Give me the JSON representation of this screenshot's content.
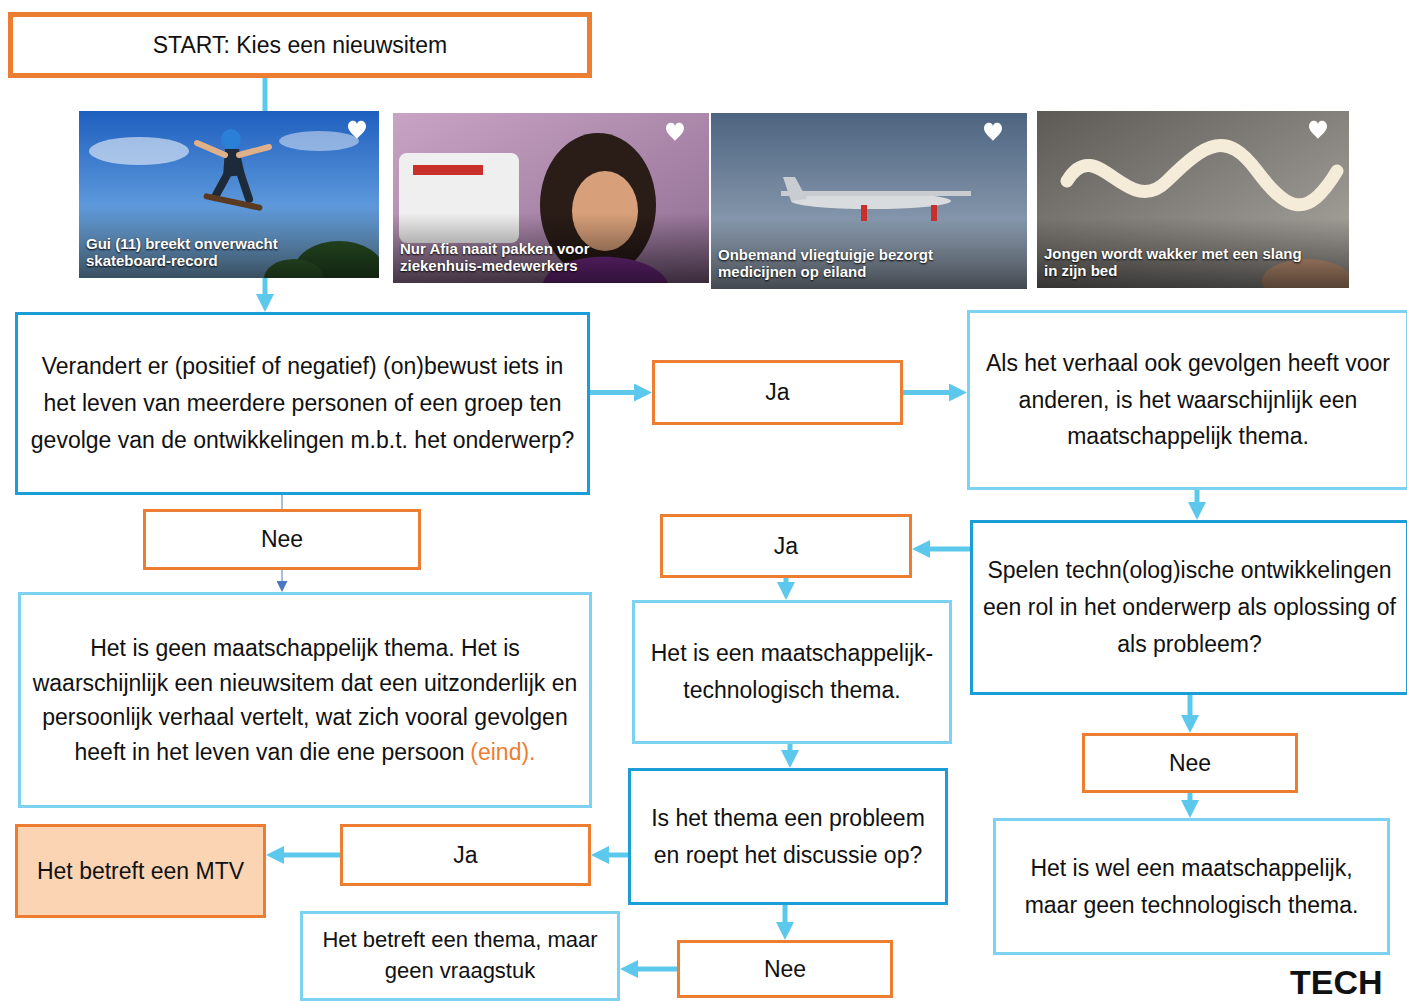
{
  "diagram": {
    "nodes": [
      {
        "text": [
          "START: Kies een nieuwsitem"
        ]
      },
      {
        "text": [
          "Gui (11) breekt onverwacht skateboard-record"
        ]
      },
      {
        "text": [
          "Nur Afia naait pakken voor ziekenhuis-medewerkers"
        ]
      },
      {
        "text": [
          "Onbemand vliegtuigje bezorgt medicijnen op eiland"
        ]
      },
      {
        "text": [
          "Jongen wordt wakker met een slang in zijn bed"
        ]
      },
      {
        "text": [
          "Verandert er (positief of negatief) (on)bewust iets in het leven van meerdere personen of een groep ten gevolge van de ontwikkelingen m.b.t. het onderwerp?"
        ]
      },
      {
        "text": [
          "Ja"
        ]
      },
      {
        "text": [
          "Als het verhaal ook gevolgen heeft voor anderen, is het waarschijnlijk een maatschappelijk thema."
        ]
      },
      {
        "text": [
          "Nee"
        ]
      },
      {
        "text": [
          "Ja"
        ]
      },
      {
        "text": [
          "Spelen techn(olog)ische ontwikkelingen een rol in het onderwerp als oplossing of als probleem?"
        ]
      },
      {
        "text": [
          "Het is geen maatschappelijk thema. Het is waarschijnlijk een nieuwsitem dat een uitzonderlijk en persoonlijk verhaal vertelt, wat zich vooral gevolgen heeft in het leven van die ene persoon",
          "(eind)."
        ]
      },
      {
        "text": [
          "Het is een maatschappelijk-technologisch thema."
        ]
      },
      {
        "text": [
          "Nee"
        ]
      },
      {
        "text": [
          "Is het thema een probleem en roept het discussie op?"
        ]
      },
      {
        "text": [
          "Het betreft een MTV"
        ]
      },
      {
        "text": [
          "Ja"
        ]
      },
      {
        "text": [
          "Het is wel een maatschappelijk, maar geen technologisch thema."
        ]
      },
      {
        "text": [
          "Het betreft een thema, maar geen vraagstuk"
        ]
      },
      {
        "text": [
          "Nee"
        ]
      }
    ],
    "edges": [
      {
        "from": 0,
        "to": 1,
        "arrow": "none"
      },
      {
        "from": 1,
        "to": 5,
        "arrow": "to"
      },
      {
        "from": 5,
        "to": 6,
        "arrow": "to"
      },
      {
        "from": 6,
        "to": 7,
        "arrow": "to"
      },
      {
        "from": 5,
        "to": 8,
        "arrow": "none"
      },
      {
        "from": 8,
        "to": 11,
        "arrow": "to"
      },
      {
        "from": 7,
        "to": 10,
        "arrow": "to"
      },
      {
        "from": 10,
        "to": 9,
        "arrow": "to"
      },
      {
        "from": 9,
        "to": 12,
        "arrow": "to"
      },
      {
        "from": 10,
        "to": 13,
        "arrow": "to"
      },
      {
        "from": 13,
        "to": 17,
        "arrow": "to"
      },
      {
        "from": 12,
        "to": 14,
        "arrow": "to"
      },
      {
        "from": 14,
        "to": 16,
        "arrow": "to"
      },
      {
        "from": 16,
        "to": 15,
        "arrow": "to"
      },
      {
        "from": 14,
        "to": 19,
        "arrow": "to"
      },
      {
        "from": 19,
        "to": 18,
        "arrow": "to"
      }
    ],
    "labels": [
      "TECH"
    ]
  }
}
